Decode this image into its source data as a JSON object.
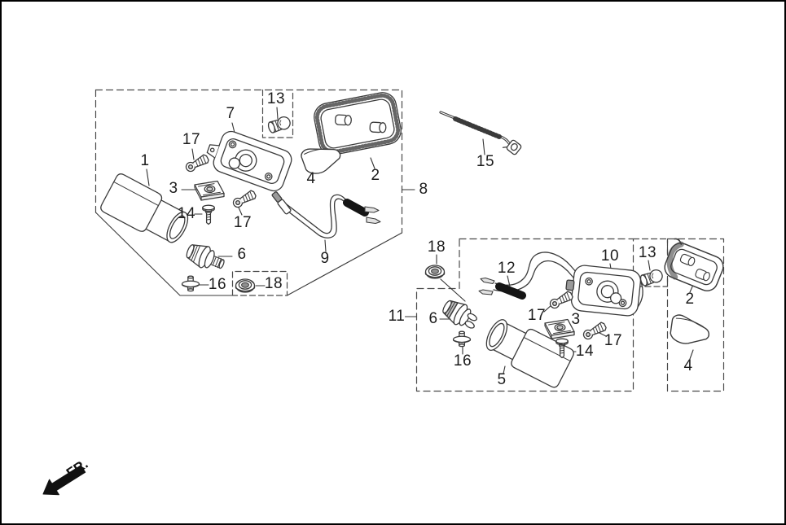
{
  "figure": {
    "type": "exploded-parts-diagram",
    "direction_label": "FR."
  },
  "colors": {
    "background": "#ffffff",
    "page_border": "#000000",
    "line": "#3a3a3a",
    "dashed_boundary": "#4a4a4a",
    "label_text": "#1c1c1c",
    "tape_black": "#151515",
    "shade_gray": "#8f8f8f"
  },
  "groups": [
    {
      "name": "left-assembly",
      "group_label": "8",
      "callouts": [
        "1",
        "2",
        "3",
        "4",
        "6",
        "7",
        "9",
        "13",
        "14",
        "16",
        "17",
        "17",
        "18"
      ]
    },
    {
      "name": "right-assembly",
      "group_label": "11",
      "callouts": [
        "2",
        "3",
        "4",
        "5",
        "6",
        "10",
        "12",
        "13",
        "14",
        "16",
        "17",
        "17",
        "18"
      ]
    }
  ],
  "standalone_callouts": [
    "15"
  ],
  "labels": {
    "left_1": "1",
    "left_7": "7",
    "left_13": "13",
    "left_17a": "17",
    "left_3": "3",
    "left_14": "14",
    "left_17b": "17",
    "left_6": "6",
    "left_16": "16",
    "left_18": "18",
    "left_9": "9",
    "left_4": "4",
    "left_2": "2",
    "group_8": "8",
    "part_15": "15",
    "right_18": "18",
    "right_12": "12",
    "right_10": "10",
    "right_13": "13",
    "right_2": "2",
    "group_11": "11",
    "right_6": "6",
    "right_17a": "17",
    "right_3": "3",
    "right_17b": "17",
    "right_16": "16",
    "right_14": "14",
    "right_5": "5",
    "right_4": "4",
    "fr": "FR."
  }
}
